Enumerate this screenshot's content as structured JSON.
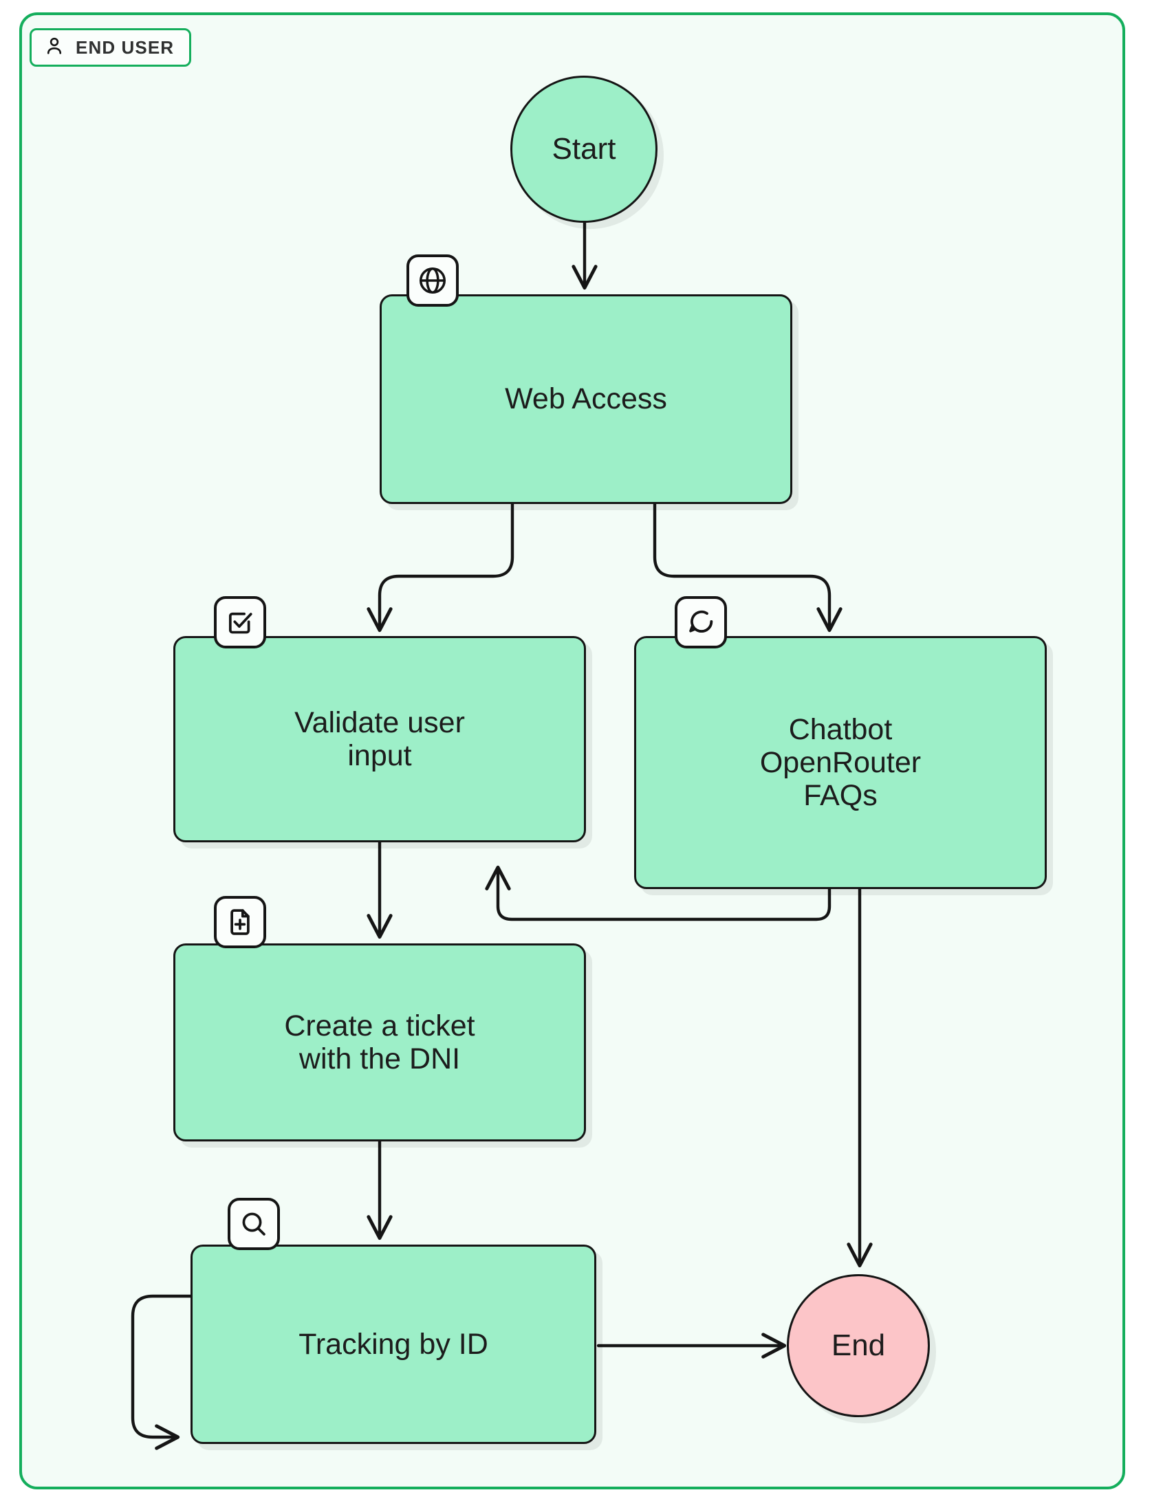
{
  "diagram": {
    "type": "flowchart",
    "orientation": "top-down",
    "lane": {
      "label": "END USER",
      "icon": "person-icon",
      "border_color": "#14ae5c",
      "fill_color": "#f3fcf7"
    },
    "palette": {
      "process_fill": "#9defc8",
      "start_fill": "#9defc8",
      "end_fill": "#fcc5c8",
      "stroke": "#151515",
      "chip_fill": "#fbfefc",
      "lane_stroke": "#14ae5c",
      "lane_fill": "#f3fcf7"
    },
    "nodes": [
      {
        "id": "start",
        "label": "Start",
        "shape": "circle",
        "fill": "#9defc8",
        "icon": null
      },
      {
        "id": "web",
        "label": "Web Access",
        "shape": "rounded-rect",
        "fill": "#9defc8",
        "icon": "globe-icon"
      },
      {
        "id": "validate",
        "label": "Validate user input",
        "shape": "rounded-rect",
        "fill": "#9defc8",
        "icon": "checkbox-check-icon"
      },
      {
        "id": "chatbot",
        "label": "Chatbot OpenRouter FAQs",
        "shape": "rounded-rect",
        "fill": "#9defc8",
        "icon": "chat-bubble-icon"
      },
      {
        "id": "ticket",
        "label": "Create a ticket with the DNI",
        "shape": "rounded-rect",
        "fill": "#9defc8",
        "icon": "file-plus-icon"
      },
      {
        "id": "tracking",
        "label": "Tracking by ID",
        "shape": "rounded-rect",
        "fill": "#9defc8",
        "icon": "search-icon"
      },
      {
        "id": "end",
        "label": "End",
        "shape": "circle",
        "fill": "#fcc5c8",
        "icon": null
      }
    ],
    "node_labels": {
      "start": "Start",
      "web": "Web Access",
      "validate_line1": "Validate user",
      "validate_line2": "input",
      "chatbot_line1": "Chatbot",
      "chatbot_line2": "OpenRouter",
      "chatbot_line3": "FAQs",
      "ticket_line1": "Create a ticket",
      "ticket_line2": "with the DNI",
      "tracking": "Tracking by ID",
      "end": "End"
    },
    "edges": [
      {
        "from": "start",
        "to": "web",
        "label": "",
        "style": "straight-arrow"
      },
      {
        "from": "web",
        "to": "validate",
        "label": "",
        "style": "elbow-arrow"
      },
      {
        "from": "web",
        "to": "chatbot",
        "label": "",
        "style": "elbow-arrow"
      },
      {
        "from": "validate",
        "to": "ticket",
        "label": "",
        "style": "straight-arrow"
      },
      {
        "from": "ticket",
        "to": "tracking",
        "label": "",
        "style": "straight-arrow"
      },
      {
        "from": "chatbot",
        "to": "validate",
        "label": "",
        "style": "elbow-feedback-arrow"
      },
      {
        "from": "chatbot",
        "to": "end",
        "label": "",
        "style": "straight-arrow"
      },
      {
        "from": "tracking",
        "to": "tracking",
        "label": "",
        "style": "self-loop-arrow"
      },
      {
        "from": "tracking",
        "to": "end",
        "label": "",
        "style": "straight-arrow"
      }
    ]
  }
}
